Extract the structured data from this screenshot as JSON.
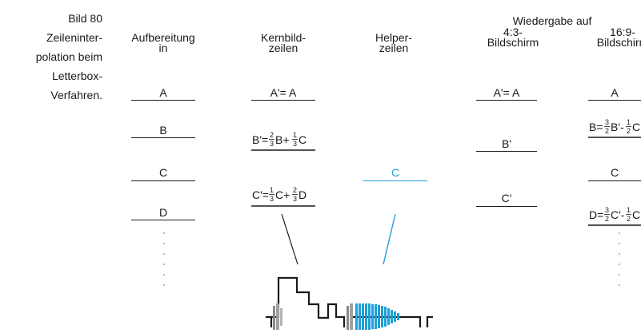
{
  "caption": {
    "lines": [
      "Bild 80",
      "Zeileninter-",
      "polation beim",
      "Letterbox-",
      "Verfahren."
    ]
  },
  "headers": {
    "aufbereitung": [
      "Aufbereitung",
      "in"
    ],
    "kern": [
      "Kernbild-",
      "zeilen"
    ],
    "helper": [
      "Helper-",
      "zeilen"
    ],
    "wiedergabe": "Wiedergabe auf",
    "screen43": [
      "4:3-",
      "Bildschirm"
    ],
    "screen169": [
      "16:9-",
      "Bildschirm"
    ]
  },
  "col_aufbereitung": [
    "A",
    "B",
    "C",
    "D"
  ],
  "col_kern": {
    "r1": "A'= A",
    "r2": {
      "pre": "B'=",
      "f1n": "2",
      "f1d": "3",
      "mid": "B+",
      "f2n": "1",
      "f2d": "3",
      "post": "C"
    },
    "r3": {
      "pre": "C'=",
      "f1n": "1",
      "f1d": "3",
      "mid": "C+",
      "f2n": "2",
      "f2d": "3",
      "post": "D"
    }
  },
  "col_helper": "C",
  "col_43": [
    "A'= A",
    "B'",
    "C'"
  ],
  "col_169": {
    "r1": "A",
    "r2": {
      "pre": "B=",
      "f1n": "3",
      "f1d": "2",
      "mid": "B'-",
      "f2n": "1",
      "f2d": "2",
      "post": "C"
    },
    "r3": "C",
    "r4": {
      "pre": "D=",
      "f1n": "3",
      "f1d": "2",
      "mid": "C'-",
      "f2n": "1",
      "f2d": "2",
      "post": "C"
    }
  },
  "colors": {
    "line": "#1a1a1a",
    "accent": "#1ea0d8",
    "gray": "#8a8a8a"
  }
}
